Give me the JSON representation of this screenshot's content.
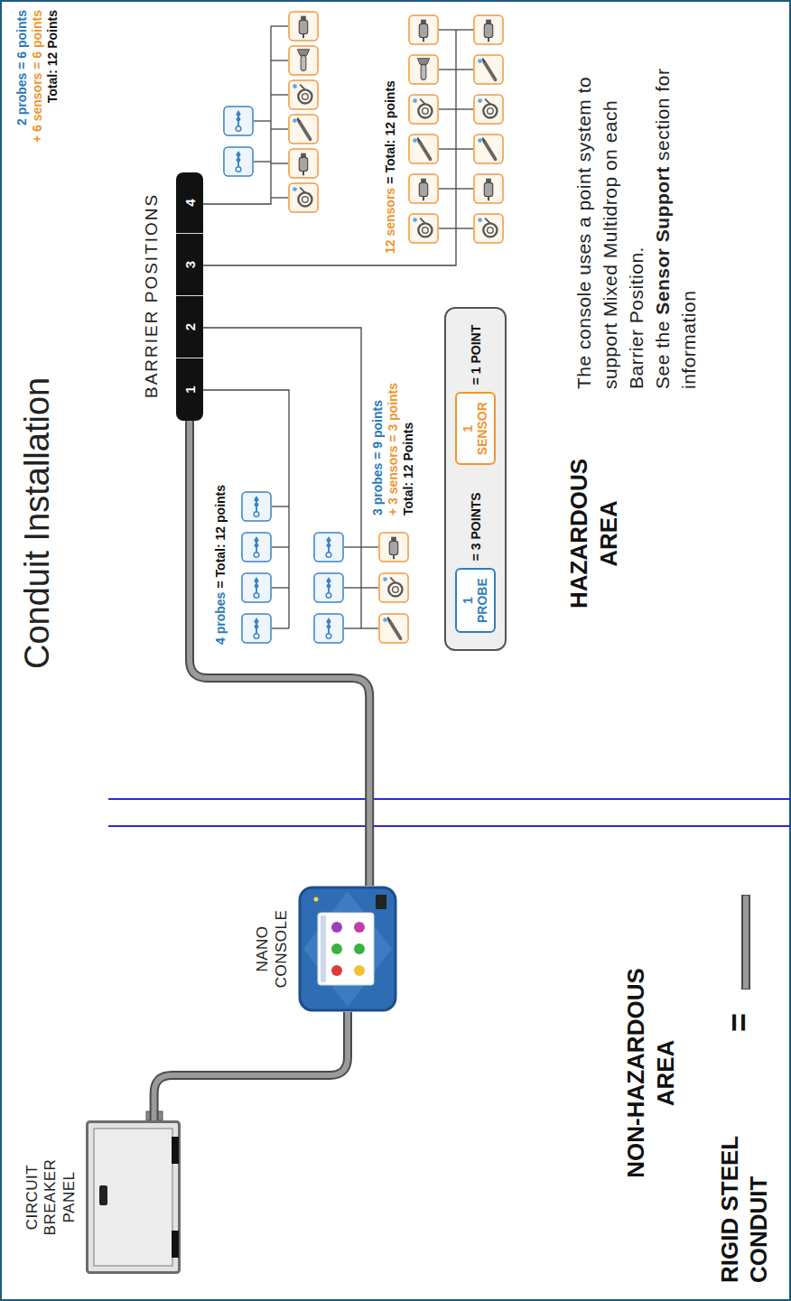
{
  "diagram": {
    "title": "Conduit Installation",
    "nodes": [
      {
        "text": [
          "CIRCUIT BREAKER PANEL"
        ]
      },
      {
        "text": [
          "NANO CONSOLE"
        ]
      },
      {
        "text": [
          "1"
        ]
      },
      {
        "text": [
          "2"
        ]
      },
      {
        "text": [
          "3"
        ]
      },
      {
        "text": [
          "4"
        ]
      },
      {
        "text": [
          "1 PROBE"
        ]
      },
      {
        "text": [
          "1 SENSOR"
        ]
      }
    ],
    "edges": [
      {
        "from": 0,
        "to": 1,
        "arrow": "none"
      },
      {
        "from": 1,
        "to": 2,
        "arrow": "none"
      }
    ],
    "labels": [
      "BARRIER POSITIONS",
      "4 probes",
      "= Total: 12 points",
      "3 probes = 9 points",
      "+ 3 sensors = 3 points",
      "Total: 12 Points",
      "12 sensors",
      "= Total: 12 points",
      "2 probes = 6 points",
      "+ 6 sensors = 6 points",
      "Total: 12 Points",
      "= 3 POINTS",
      "= 1 POINT",
      "HAZARDOUS AREA",
      "NON-HAZARDOUS AREA",
      "=",
      "The console uses a point system to support Mixed Multidrop on each Barrier Position.",
      "See the",
      "Sensor Support",
      "section for information"
    ],
    "legend": [
      {
        "text": "RIGID STEEL CONDUIT"
      }
    ]
  }
}
